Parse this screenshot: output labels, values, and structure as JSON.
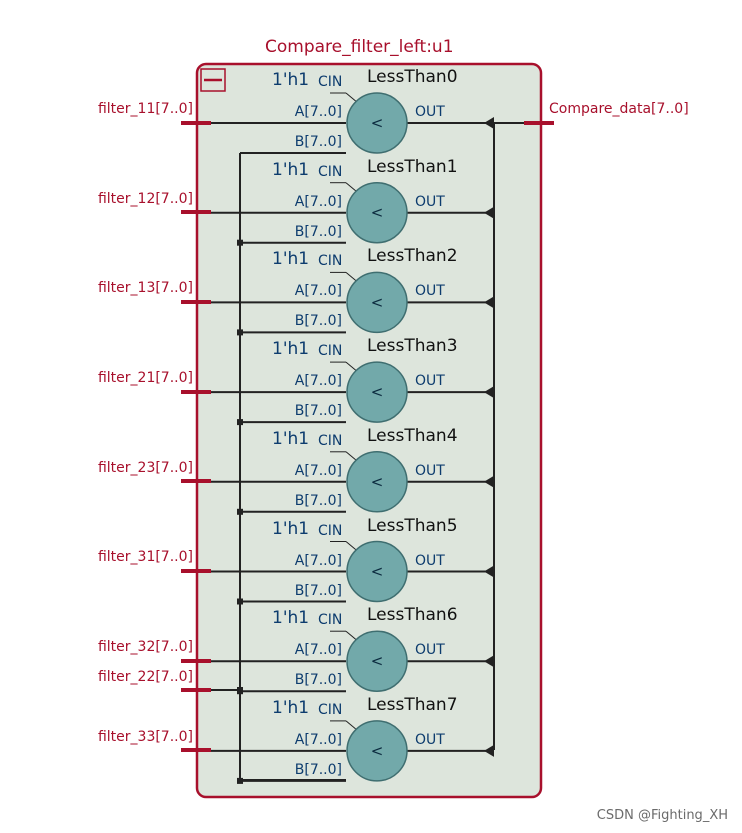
{
  "block": {
    "title": "Compare_filter_left:u1"
  },
  "output": {
    "label": "Compare_data[7..0]"
  },
  "inputs": [
    "filter_11[7..0]",
    "filter_12[7..0]",
    "filter_13[7..0]",
    "filter_21[7..0]",
    "filter_23[7..0]",
    "filter_31[7..0]",
    "filter_32[7..0]",
    "filter_22[7..0]",
    "filter_33[7..0]"
  ],
  "comparators": [
    {
      "name": "LessThan0",
      "const": "1'h1",
      "cin": "CIN",
      "a": "A[7..0]",
      "b": "B[7..0]",
      "out": "OUT",
      "symbol": "<"
    },
    {
      "name": "LessThan1",
      "const": "1'h1",
      "cin": "CIN",
      "a": "A[7..0]",
      "b": "B[7..0]",
      "out": "OUT",
      "symbol": "<"
    },
    {
      "name": "LessThan2",
      "const": "1'h1",
      "cin": "CIN",
      "a": "A[7..0]",
      "b": "B[7..0]",
      "out": "OUT",
      "symbol": "<"
    },
    {
      "name": "LessThan3",
      "const": "1'h1",
      "cin": "CIN",
      "a": "A[7..0]",
      "b": "B[7..0]",
      "out": "OUT",
      "symbol": "<"
    },
    {
      "name": "LessThan4",
      "const": "1'h1",
      "cin": "CIN",
      "a": "A[7..0]",
      "b": "B[7..0]",
      "out": "OUT",
      "symbol": "<"
    },
    {
      "name": "LessThan5",
      "const": "1'h1",
      "cin": "CIN",
      "a": "A[7..0]",
      "b": "B[7..0]",
      "out": "OUT",
      "symbol": "<"
    },
    {
      "name": "LessThan6",
      "const": "1'h1",
      "cin": "CIN",
      "a": "A[7..0]",
      "b": "B[7..0]",
      "out": "OUT",
      "symbol": "<"
    },
    {
      "name": "LessThan7",
      "const": "1'h1",
      "cin": "CIN",
      "a": "A[7..0]",
      "b": "B[7..0]",
      "out": "OUT",
      "symbol": "<"
    }
  ],
  "watermark": "CSDN @Fighting_XH",
  "colors": {
    "block_border": "#a8102c",
    "block_fill": "#dde5dc",
    "port_stub": "#a8102c",
    "wire": "#222222",
    "comparator_fill": "#72a9aa",
    "comparator_stroke": "#3f6e70",
    "pin_text": "#0d3c6e",
    "minimize_icon": "#a8102c"
  }
}
